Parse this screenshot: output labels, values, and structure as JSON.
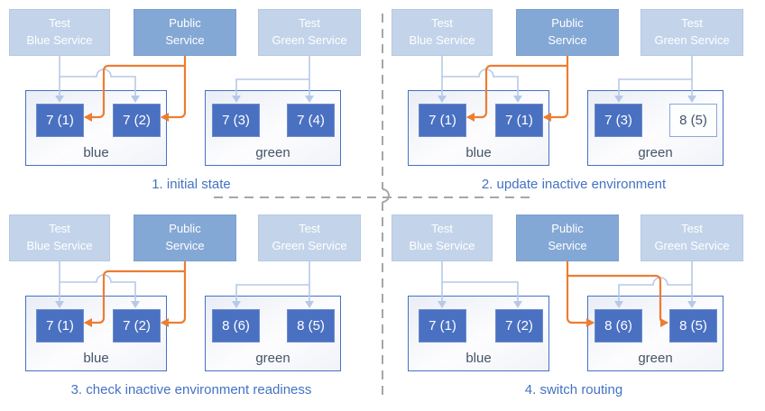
{
  "palette": {
    "light_service_fill": "#c3d4ea",
    "light_service_border": "#b5c9e4",
    "public_service_fill": "#84a8d5",
    "public_service_border": "#7b9fce",
    "pod_fill": "#4a70c1",
    "pod_border": "#6d8bce",
    "pod_text": "#ffffff",
    "pod_outline_fill": "#fdfefe",
    "pod_outline_border": "#8ba6d9",
    "pod_outline_text": "#44546a",
    "env_border": "#4472c4",
    "env_label_color": "#44546a",
    "caption_color": "#4472c4",
    "orange": "#ed7d31",
    "light_arrow": "#b6c9e8",
    "divider": "#a6a6a6"
  },
  "services": {
    "test_blue": "Test\nBlue Service",
    "public": "Public\nService",
    "test_green": "Test\nGreen Service"
  },
  "quadrants": [
    {
      "caption": "1. initial state",
      "public_route": "blue",
      "blue_env": {
        "label": "blue",
        "pods": [
          {
            "label": "7 (1)",
            "style": "filled"
          },
          {
            "label": "7 (2)",
            "style": "filled"
          }
        ]
      },
      "green_env": {
        "label": "green",
        "pods": [
          {
            "label": "7 (3)",
            "style": "filled"
          },
          {
            "label": "7 (4)",
            "style": "filled"
          }
        ]
      }
    },
    {
      "caption": "2. update inactive environment",
      "public_route": "blue",
      "blue_env": {
        "label": "blue",
        "pods": [
          {
            "label": "7 (1)",
            "style": "filled"
          },
          {
            "label": "7 (1)",
            "style": "filled"
          }
        ]
      },
      "green_env": {
        "label": "green",
        "pods": [
          {
            "label": "7 (3)",
            "style": "filled"
          },
          {
            "label": "8 (5)",
            "style": "outline"
          }
        ]
      }
    },
    {
      "caption": "3. check inactive environment readiness",
      "public_route": "blue",
      "blue_env": {
        "label": "blue",
        "pods": [
          {
            "label": "7 (1)",
            "style": "filled"
          },
          {
            "label": "7 (2)",
            "style": "filled"
          }
        ]
      },
      "green_env": {
        "label": "green",
        "pods": [
          {
            "label": "8 (6)",
            "style": "filled"
          },
          {
            "label": "8 (5)",
            "style": "filled"
          }
        ]
      }
    },
    {
      "caption": "4. switch routing",
      "public_route": "green",
      "blue_env": {
        "label": "blue",
        "pods": [
          {
            "label": "7 (1)",
            "style": "filled"
          },
          {
            "label": "7 (2)",
            "style": "filled"
          }
        ]
      },
      "green_env": {
        "label": "green",
        "pods": [
          {
            "label": "8 (6)",
            "style": "filled"
          },
          {
            "label": "8 (5)",
            "style": "filled"
          }
        ]
      }
    }
  ]
}
